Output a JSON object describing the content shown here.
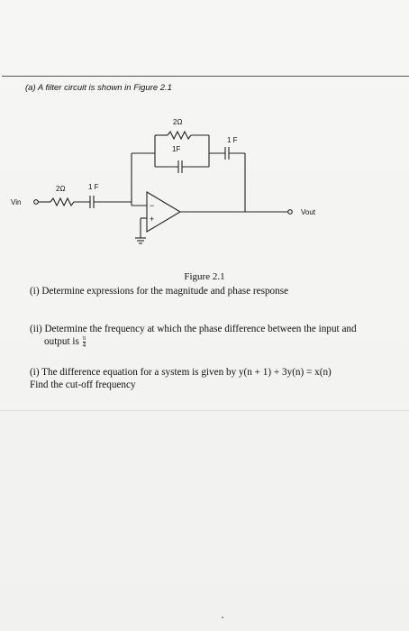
{
  "header": {
    "question_a": "(a) A filter circuit is shown in Figure 2.1"
  },
  "circuit": {
    "vin_label": "Vin",
    "vout_label": "Vout",
    "input_resistor": "2Ω",
    "input_capacitor": "1 F",
    "feedback_resistor": "2Ω",
    "feedback_cap_inner": "1F",
    "feedback_cap_outer": "1 F",
    "opamp_minus": "−",
    "opamp_plus": "+"
  },
  "figure_caption": "Figure 2.1",
  "questions": {
    "q1": "(i) Determine expressions for the magnitude and phase response",
    "q2_part1": "(ii) Determine the frequency at which the phase difference between the input and",
    "q2_part2": "output is",
    "q2_frac_num": "π",
    "q2_frac_den": "4",
    "q3_part1": "(i) The difference equation for a system is given by y(n + 1) + 3y(n) = x(n)",
    "q3_part2": "Find the cut-off frequency"
  }
}
